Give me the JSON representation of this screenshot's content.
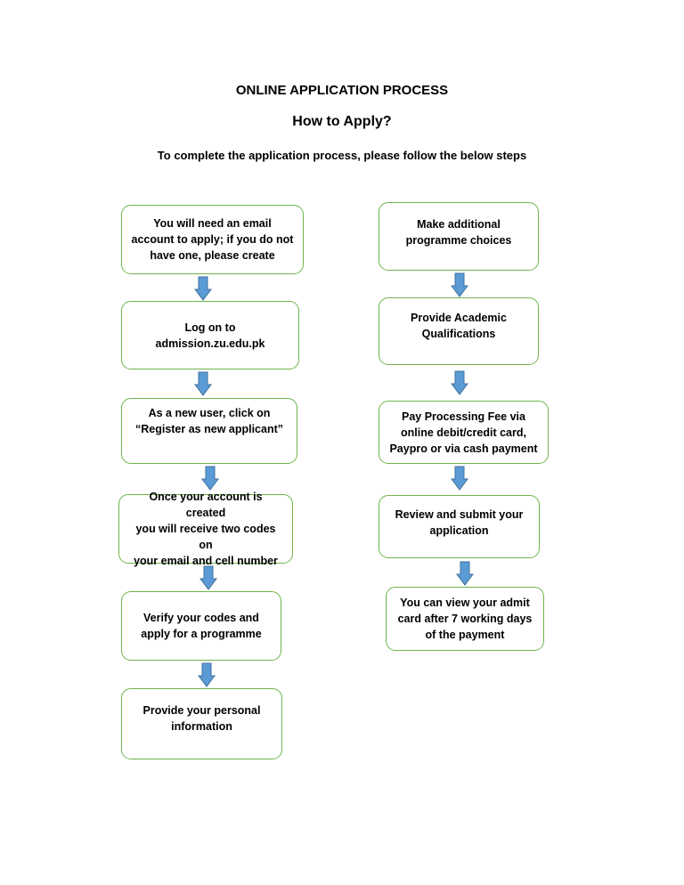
{
  "header": {
    "title": "ONLINE APPLICATION PROCESS",
    "subtitle": "How to Apply?",
    "intro": "To complete the application process, please follow the below steps"
  },
  "colors": {
    "box_border": "#6fb44a",
    "arrow_fill": "#5b9bd5",
    "arrow_stroke": "#41719c"
  },
  "left_column": [
    {
      "lines": [
        "You will need an email",
        "account to apply; if you do not",
        "have one, please create"
      ]
    },
    {
      "lines": [
        "Log on to",
        "admission.zu.edu.pk"
      ]
    },
    {
      "lines": [
        "As a new user, click on",
        "“Register as new applicant”"
      ]
    },
    {
      "lines": [
        "Once your account is created",
        "you will receive two codes on",
        "your email and cell number"
      ]
    },
    {
      "lines": [
        "Verify your codes and",
        "apply for a programme"
      ]
    },
    {
      "lines": [
        "Provide your personal",
        "information"
      ]
    }
  ],
  "right_column": [
    {
      "lines": [
        "Make additional",
        "programme choices"
      ]
    },
    {
      "lines": [
        "Provide Academic",
        "Qualifications"
      ]
    },
    {
      "lines": [
        "Pay Processing Fee via",
        "online debit/credit card,",
        "Paypro or via cash payment"
      ]
    },
    {
      "lines": [
        "Review and submit your",
        "application"
      ]
    },
    {
      "lines": [
        "You can view your admit",
        "card after 7 working days",
        "of the payment"
      ]
    }
  ]
}
